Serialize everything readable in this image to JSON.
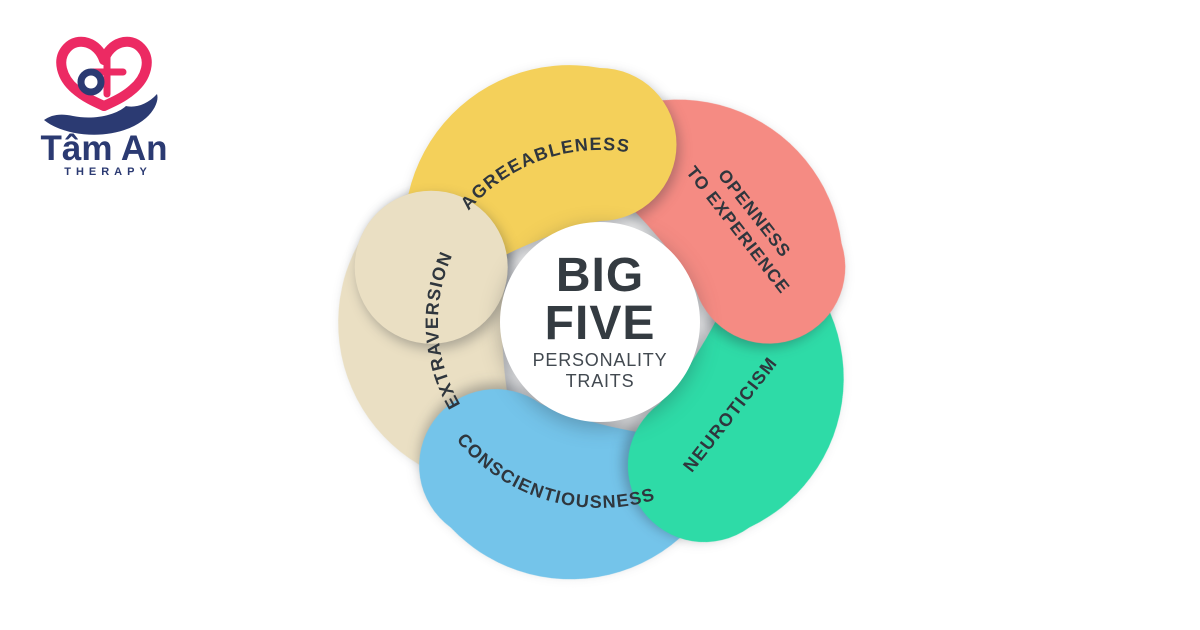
{
  "background_color": "#FFFFFF",
  "logo": {
    "brand": "Tâm An",
    "tagline": "THERAPY",
    "colors": {
      "pink": "#EC2A63",
      "navy": "#2B3A72"
    }
  },
  "wheel": {
    "center": {
      "title_line1": "BIG",
      "title_line2": "FIVE",
      "subtitle_line1": "PERSONALITY",
      "subtitle_line2": "TRAITS",
      "title_color": "#343B41",
      "subtitle_color": "#424950",
      "circle_color": "#FFFFFF"
    },
    "label_color": "#2F363D",
    "segments": [
      {
        "id": "agreeableness",
        "label": "AGREEABLENESS",
        "color": "#F4D05A",
        "position": "top"
      },
      {
        "id": "openness",
        "label": "OPENNESS TO EXPERIENCE",
        "lines": [
          "OPENNESS",
          "TO EXPERIENCE"
        ],
        "color": "#F58B83",
        "position": "upper-right"
      },
      {
        "id": "neuroticism",
        "label": "NEUROTICISM",
        "color": "#2EDBA7",
        "position": "lower-right"
      },
      {
        "id": "conscientiousness",
        "label": "CONSCIENTIOUSNESS",
        "color": "#74C4EA",
        "position": "bottom"
      },
      {
        "id": "extraversion",
        "label": "EXTRAVERSION",
        "color": "#EADFC3",
        "position": "left"
      }
    ]
  }
}
